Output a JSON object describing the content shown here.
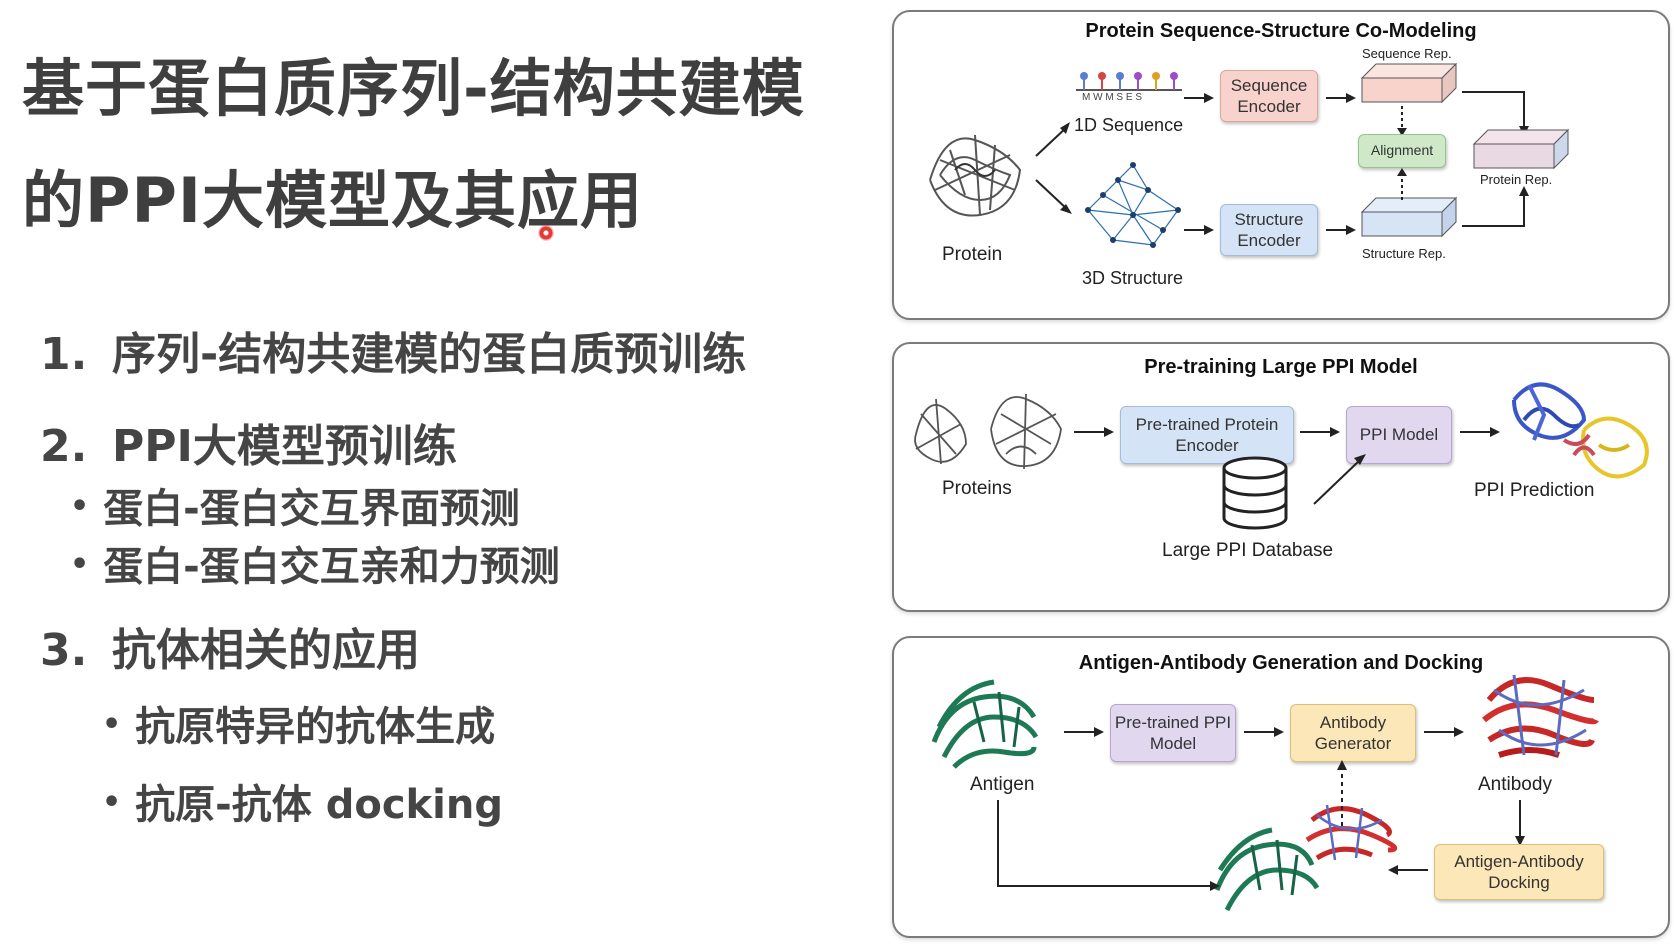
{
  "slide": {
    "title_line1": "基于蛋白质序列-结构共建模",
    "title_line2": "的PPI大模型及其应用",
    "outline": [
      {
        "num": "1.",
        "text": "序列-结构共建模的蛋白质预训练"
      },
      {
        "num": "2.",
        "text": "PPI大模型预训练"
      },
      {
        "num": "3.",
        "text": "抗体相关的应用"
      }
    ],
    "sub_items_2": [
      "蛋白-蛋白交互界面预测",
      "蛋白-蛋白交互亲和力预测"
    ],
    "sub_items_3": [
      "抗原特异的抗体生成",
      "抗原-抗体 docking"
    ]
  },
  "panel1": {
    "title": "Protein Sequence-Structure Co-Modeling",
    "protein": "Protein",
    "seq_letters": "M  W  M  S  E  S",
    "seq_1d": "1D Sequence",
    "struct_3d": "3D Structure",
    "sequence_encoder": "Sequence Encoder",
    "structure_encoder": "Structure Encoder",
    "sequence_rep": "Sequence Rep.",
    "structure_rep": "Structure Rep.",
    "alignment": "Alignment",
    "protein_rep": "Protein Rep."
  },
  "panel2": {
    "title": "Pre-training Large PPI Model",
    "proteins": "Proteins",
    "pretrained_encoder": "Pre-trained Protein Encoder",
    "ppi_model": "PPI Model",
    "ppi_prediction": "PPI Prediction",
    "database": "Large PPI Database"
  },
  "panel3": {
    "title": "Antigen-Antibody Generation and Docking",
    "antigen": "Antigen",
    "pretrained_ppi": "Pre-trained PPI Model",
    "antibody_generator": "Antibody Generator",
    "antibody": "Antibody",
    "docking": "Antigen-Antibody Docking"
  }
}
